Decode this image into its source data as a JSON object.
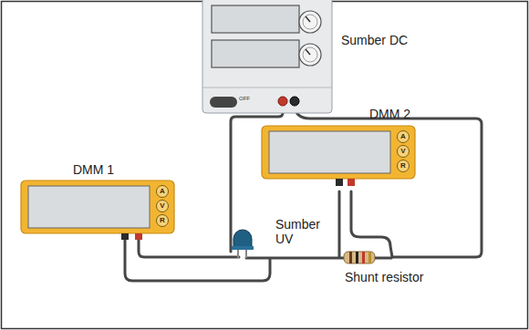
{
  "diagram": {
    "labels": [
      "Sumber DC",
      "OFF",
      "DMM 1",
      "A",
      "V",
      "R",
      "DMM 2",
      "A",
      "V",
      "R",
      "Sumber UV",
      "Shunt resistor"
    ]
  }
}
